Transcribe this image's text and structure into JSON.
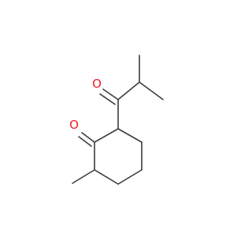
{
  "molecule": {
    "atoms": [
      {
        "id": "o_acyl",
        "element": "O",
        "label": "O",
        "color": "#e8212b"
      },
      {
        "id": "o_ring",
        "element": "O",
        "label": "O",
        "color": "#e8212b"
      }
    ],
    "bond_color": "#3c3c3c"
  }
}
